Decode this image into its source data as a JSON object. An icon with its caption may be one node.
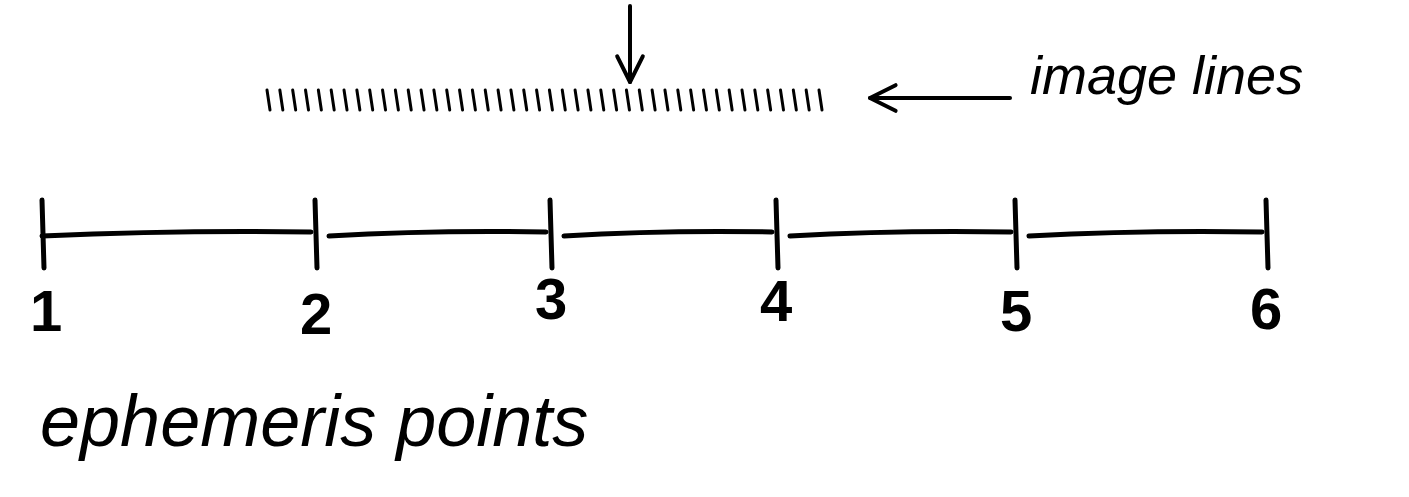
{
  "diagram": {
    "nodes": [
      {
        "text": [
          "image lines"
        ]
      },
      {
        "text": [],
        "shape": "lines"
      }
    ],
    "edges": [
      {
        "from": 0,
        "to": 1,
        "arrow": "to"
      },
      {
        "from": null,
        "to": 1,
        "arrow": "to"
      }
    ],
    "labels": [
      "1",
      "2",
      "3",
      "4",
      "5",
      "6",
      "ephemeris points"
    ]
  }
}
